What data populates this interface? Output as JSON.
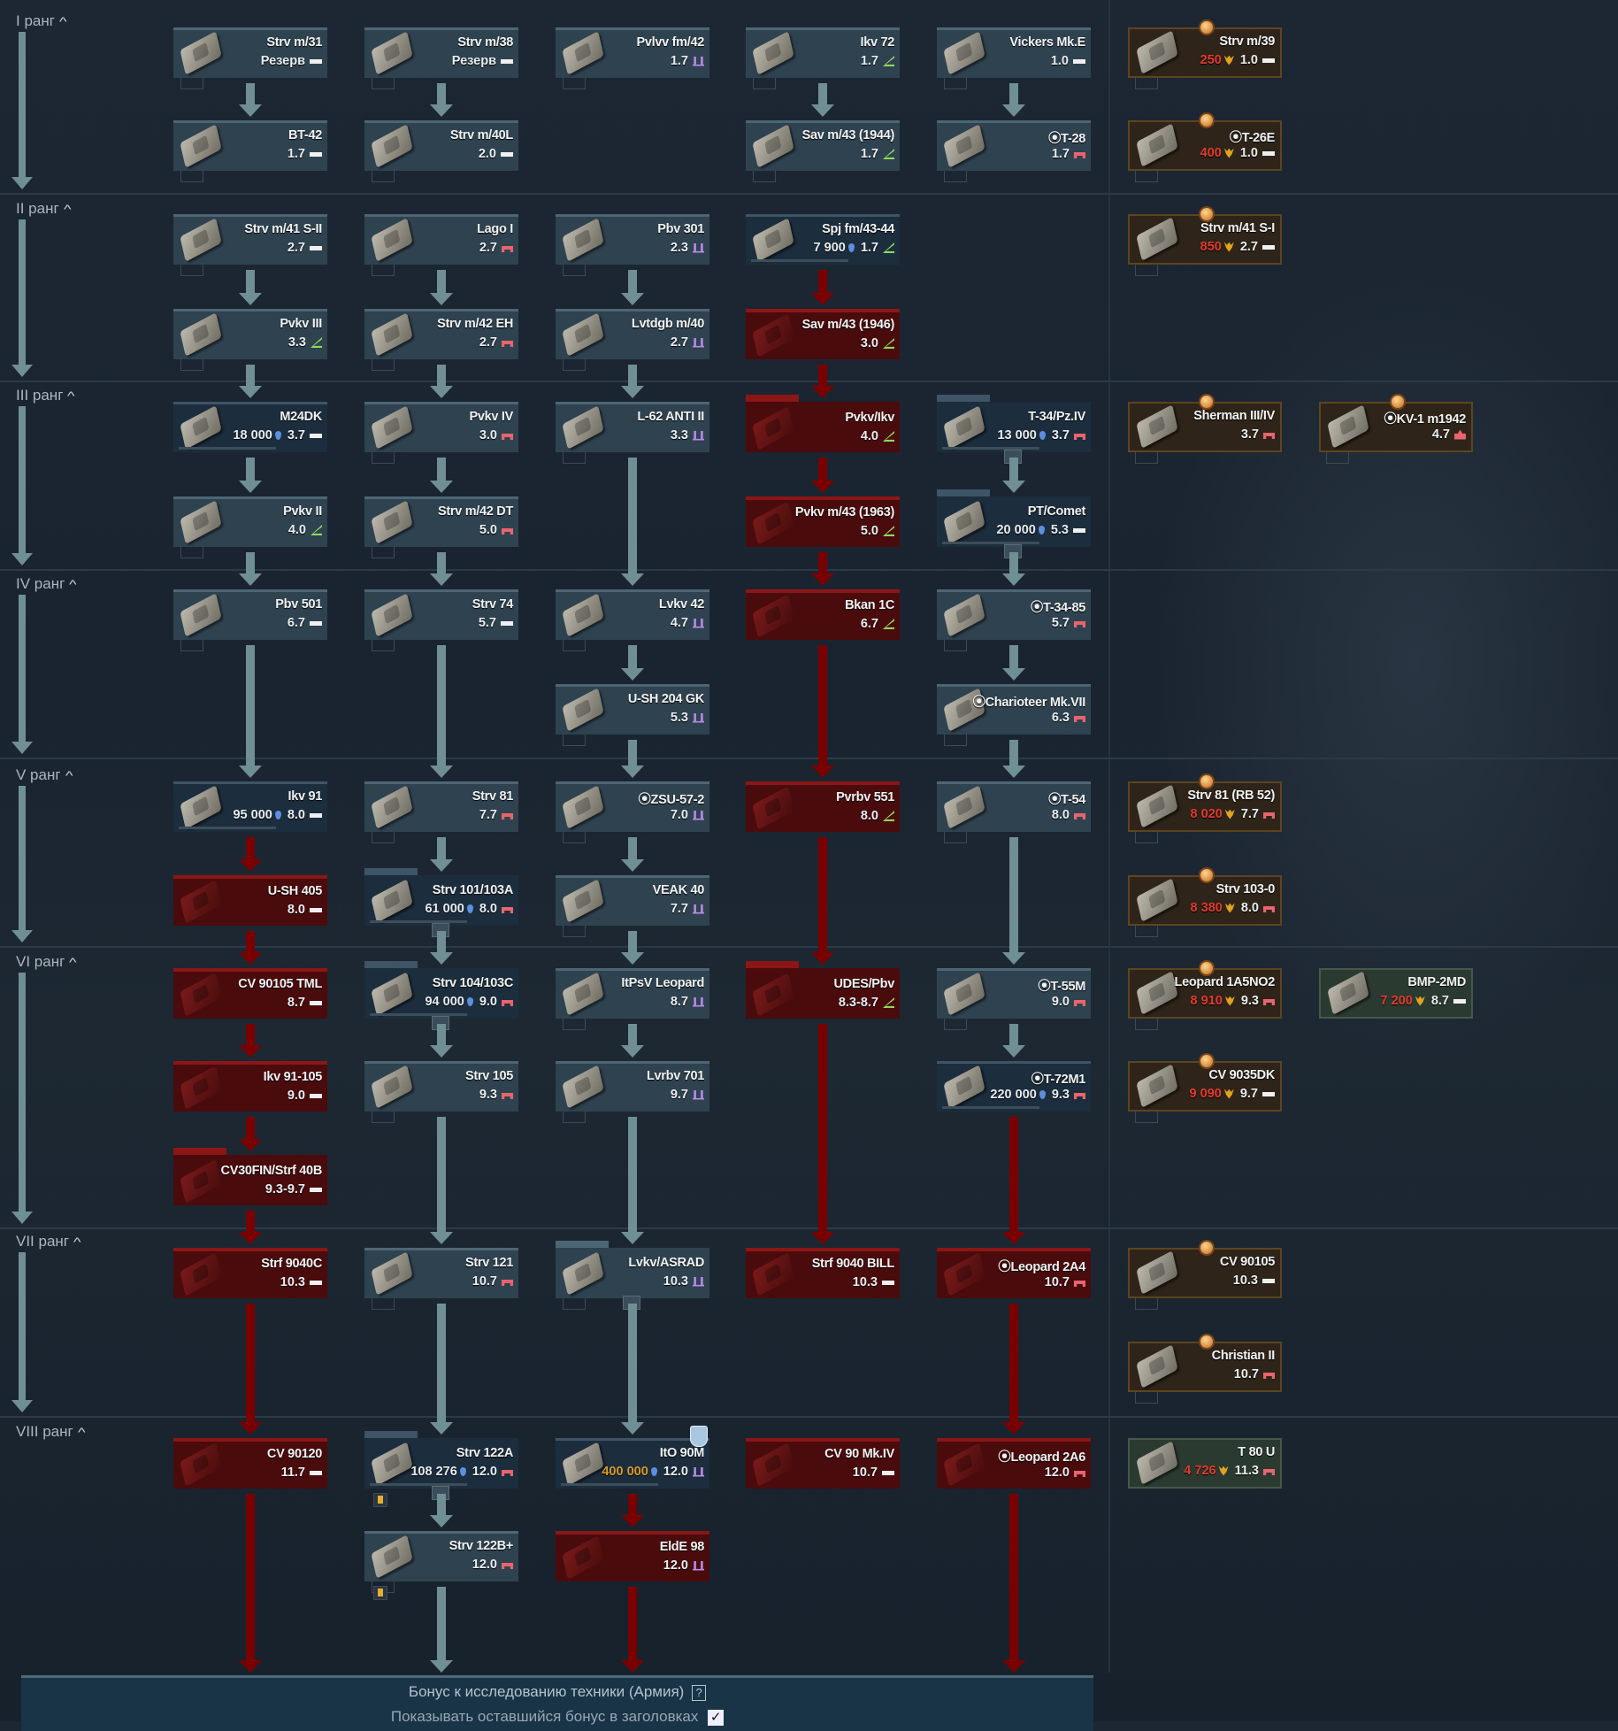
{
  "ranks": [
    {
      "label": "I ранг",
      "rows": [
        [
          {
            "name": "Strv m/31",
            "br": "Резерв",
            "type": "light",
            "status": "researched",
            "arrow": "teal"
          },
          {
            "name": "Strv m/38",
            "br": "Резерв",
            "type": "light",
            "status": "researched",
            "arrow": "teal"
          },
          {
            "name": "Pvlvv fm/42",
            "br": "1.7",
            "type": "spaa",
            "status": "researched"
          },
          {
            "name": "Ikv 72",
            "br": "1.7",
            "type": "td",
            "status": "researched",
            "arrow": "teal"
          },
          {
            "name": "Vickers Mk.E",
            "br": "1.0",
            "type": "light",
            "status": "researched",
            "arrow": "teal"
          },
          {
            "name": "Strv m/39",
            "br": "1.0",
            "type": "light",
            "status": "premium",
            "ge": "250"
          },
          null
        ],
        [
          {
            "name": "BT-42",
            "br": "1.7",
            "type": "light",
            "status": "researched"
          },
          {
            "name": "Strv m/40L",
            "br": "2.0",
            "type": "light",
            "status": "researched"
          },
          null,
          {
            "name": "Sav m/43 (1944)",
            "br": "1.7",
            "type": "td",
            "status": "researched"
          },
          {
            "name": "⦿T-28",
            "br": "1.7",
            "type": "medium",
            "status": "researched"
          },
          {
            "name": "⦿T-26E",
            "br": "1.0",
            "type": "light",
            "status": "premium",
            "ge": "400"
          },
          null
        ]
      ]
    },
    {
      "label": "II ранг",
      "rows": [
        [
          {
            "name": "Strv m/41 S-II",
            "br": "2.7",
            "type": "light",
            "status": "researched",
            "arrow": "teal"
          },
          {
            "name": "Lago I",
            "br": "2.7",
            "type": "medium",
            "status": "researched",
            "arrow": "teal"
          },
          {
            "name": "Pbv 301",
            "br": "2.3",
            "type": "spaa",
            "status": "researched",
            "arrow": "teal"
          },
          {
            "name": "Spj fm/43-44",
            "br": "1.7",
            "type": "td",
            "status": "researching",
            "rp": "7 900",
            "arrow": "red"
          },
          null,
          {
            "name": "Strv m/41 S-I",
            "br": "2.7",
            "type": "light",
            "status": "premium",
            "ge": "850"
          },
          null
        ],
        [
          {
            "name": "Pvkv III",
            "br": "3.3",
            "type": "td",
            "status": "researched",
            "arrow": "teal"
          },
          {
            "name": "Strv m/42 EH",
            "br": "2.7",
            "type": "medium",
            "status": "researched",
            "arrow": "teal"
          },
          {
            "name": "Lvtdgb m/40",
            "br": "2.7",
            "type": "spaa",
            "status": "researched",
            "arrow": "teal"
          },
          {
            "name": "Sav m/43 (1946)",
            "br": "3.0",
            "type": "td",
            "status": "locked",
            "arrow": "red"
          },
          null,
          null,
          null
        ]
      ]
    },
    {
      "label": "III ранг",
      "rows": [
        [
          {
            "name": "M24DK",
            "br": "3.7",
            "type": "light",
            "status": "researching",
            "rp": "18 000",
            "arrow": "teal"
          },
          {
            "name": "Pvkv IV",
            "br": "3.0",
            "type": "medium",
            "status": "researched",
            "arrow": "teal"
          },
          {
            "name": "L-62 ANTI II",
            "br": "3.3",
            "type": "spaa",
            "status": "researched",
            "arrow": "teal"
          },
          {
            "name": "Pvkv/Ikv",
            "br": "4.0",
            "type": "td",
            "status": "locked",
            "folder": true,
            "arrow": "red"
          },
          {
            "name": "T-34/Pz.IV",
            "br": "3.7",
            "type": "medium",
            "status": "researching",
            "rp": "13 000",
            "folder": true,
            "arrow": "teal"
          },
          {
            "name": "Sherman III/IV",
            "br": "3.7",
            "type": "medium",
            "status": "premium"
          },
          {
            "name": "⦿KV-1 m1942",
            "br": "4.7",
            "type": "heavy",
            "status": "premium"
          }
        ],
        [
          {
            "name": "Pvkv II",
            "br": "4.0",
            "type": "td",
            "status": "researched",
            "arrow": "teal"
          },
          {
            "name": "Strv m/42 DT",
            "br": "5.0",
            "type": "medium",
            "status": "researched",
            "arrow": "teal"
          },
          null,
          {
            "name": "Pvkv m/43 (1963)",
            "br": "5.0",
            "type": "td",
            "status": "locked",
            "arrow": "red"
          },
          {
            "name": "PT/Comet",
            "br": "5.3",
            "type": "light",
            "status": "researching",
            "rp": "20 000",
            "folder": true,
            "arrow": "teal"
          },
          null,
          null
        ]
      ]
    },
    {
      "label": "IV ранг",
      "rows": [
        [
          {
            "name": "Pbv 501",
            "br": "6.7",
            "type": "light",
            "status": "researched",
            "arrow": "teal"
          },
          {
            "name": "Strv 74",
            "br": "5.7",
            "type": "light",
            "status": "researched",
            "arrow": "teal"
          },
          {
            "name": "Lvkv 42",
            "br": "4.7",
            "type": "spaa",
            "status": "researched",
            "arrow": "teal"
          },
          {
            "name": "Bkan 1C",
            "br": "6.7",
            "type": "td",
            "status": "locked",
            "arrow": "red"
          },
          {
            "name": "⦿T-34-85",
            "br": "5.7",
            "type": "medium",
            "status": "researched",
            "arrow": "teal"
          },
          null,
          null
        ],
        [
          null,
          null,
          {
            "name": "U-SH 204 GK",
            "br": "5.3",
            "type": "spaa",
            "status": "researched",
            "arrow": "teal"
          },
          null,
          {
            "name": "⦿Charioteer Mk.VII",
            "br": "6.3",
            "type": "medium",
            "status": "researched",
            "arrow": "teal"
          },
          null,
          null
        ]
      ]
    },
    {
      "label": "V ранг",
      "rows": [
        [
          {
            "name": "Ikv 91",
            "br": "8.0",
            "type": "light",
            "status": "researching",
            "rp": "95 000",
            "arrow": "red"
          },
          {
            "name": "Strv 81",
            "br": "7.7",
            "type": "medium",
            "status": "researched",
            "arrow": "teal"
          },
          {
            "name": "⦿ZSU-57-2",
            "br": "7.0",
            "type": "spaa",
            "status": "researched",
            "arrow": "teal"
          },
          {
            "name": "Pvrbv 551",
            "br": "8.0",
            "type": "td",
            "status": "locked",
            "arrow": "red"
          },
          {
            "name": "⦿T-54",
            "br": "8.0",
            "type": "medium",
            "status": "researched",
            "arrow": "teal"
          },
          {
            "name": "Strv 81 (RB 52)",
            "br": "7.7",
            "type": "medium",
            "status": "premium",
            "ge": "8 020"
          },
          null
        ],
        [
          {
            "name": "U-SH 405",
            "br": "8.0",
            "type": "light",
            "status": "locked",
            "arrow": "red"
          },
          {
            "name": "Strv 101/103A",
            "br": "8.0",
            "type": "medium",
            "status": "researching",
            "rp": "61 000",
            "folder": true,
            "arrow": "teal"
          },
          {
            "name": "VEAK 40",
            "br": "7.7",
            "type": "spaa",
            "status": "researched",
            "arrow": "teal"
          },
          null,
          null,
          {
            "name": "Strv 103-0",
            "br": "8.0",
            "type": "medium",
            "status": "premium",
            "ge": "8 380"
          },
          null
        ]
      ]
    },
    {
      "label": "VI ранг",
      "rows": [
        [
          {
            "name": "CV 90105 TML",
            "br": "8.7",
            "type": "light",
            "status": "locked",
            "arrow": "red"
          },
          {
            "name": "Strv 104/103C",
            "br": "9.0",
            "type": "medium",
            "status": "researching",
            "rp": "94 000",
            "folder": true,
            "arrow": "teal"
          },
          {
            "name": "ItPsV Leopard",
            "br": "8.7",
            "type": "spaa",
            "status": "researched",
            "arrow": "teal"
          },
          {
            "name": "UDES/Pbv",
            "br": "8.3-8.7",
            "type": "td",
            "status": "locked",
            "folder": true,
            "arrow": "red"
          },
          {
            "name": "⦿T-55M",
            "br": "9.0",
            "type": "medium",
            "status": "researched",
            "arrow": "teal"
          },
          {
            "name": "Leopard 1A5NO2",
            "br": "9.3",
            "type": "medium",
            "status": "premium",
            "ge": "8 910"
          },
          {
            "name": "BMP-2MD",
            "br": "8.7",
            "type": "light",
            "status": "squadron",
            "ge": "7 200"
          }
        ],
        [
          {
            "name": "Ikv 91-105",
            "br": "9.0",
            "type": "light",
            "status": "locked",
            "arrow": "red"
          },
          {
            "name": "Strv 105",
            "br": "9.3",
            "type": "medium",
            "status": "researched",
            "arrow": "teal"
          },
          {
            "name": "Lvrbv 701",
            "br": "9.7",
            "type": "spaa",
            "status": "researched",
            "arrow": "teal"
          },
          null,
          {
            "name": "⦿T-72M1",
            "br": "9.3",
            "type": "medium",
            "status": "researching",
            "rp": "220 000",
            "arrow": "red"
          },
          {
            "name": "CV 9035DK",
            "br": "9.7",
            "type": "light",
            "status": "premium",
            "ge": "9 090"
          },
          null
        ],
        [
          {
            "name": "CV30FIN/Strf 40B",
            "br": "9.3-9.7",
            "type": "light",
            "status": "locked",
            "folder": true,
            "arrow": "red"
          },
          null,
          null,
          null,
          null,
          null,
          null
        ]
      ]
    },
    {
      "label": "VII ранг",
      "rows": [
        [
          {
            "name": "Strf 9040C",
            "br": "10.3",
            "type": "light",
            "status": "locked",
            "arrow": "red"
          },
          {
            "name": "Strv 121",
            "br": "10.7",
            "type": "medium",
            "status": "researched",
            "arrow": "teal"
          },
          {
            "name": "Lvkv/ASRAD",
            "br": "10.3",
            "type": "spaa",
            "status": "researched",
            "folder": true,
            "arrow": "teal"
          },
          {
            "name": "Strf 9040 BILL",
            "br": "10.3",
            "type": "light",
            "status": "locked"
          },
          {
            "name": "⦿Leopard 2A4",
            "br": "10.7",
            "type": "medium",
            "status": "locked",
            "arrow": "red"
          },
          {
            "name": "CV 90105",
            "br": "10.3",
            "type": "light",
            "status": "premium"
          },
          null
        ],
        [
          null,
          null,
          null,
          null,
          null,
          {
            "name": "Christian II",
            "br": "10.7",
            "type": "medium",
            "status": "premium"
          },
          null
        ]
      ]
    },
    {
      "label": "VIII ранг",
      "rows": [
        [
          {
            "name": "CV 90120",
            "br": "11.7",
            "type": "light",
            "status": "locked",
            "arrow": "red"
          },
          {
            "name": "Strv 122A",
            "br": "12.0",
            "type": "medium",
            "status": "researching",
            "rp": "108 276",
            "folder": true,
            "arrow": "teal"
          },
          {
            "name": "ItO 90M",
            "br": "12.0",
            "type": "spaa",
            "status": "researching",
            "rp": "400 000",
            "rp_orange": true,
            "badge": true,
            "arrow": "red"
          },
          {
            "name": "CV 90 Mk.IV",
            "br": "10.7",
            "type": "light",
            "status": "locked"
          },
          {
            "name": "⦿Leopard 2A6",
            "br": "12.0",
            "type": "medium",
            "status": "locked",
            "arrow": "red"
          },
          {
            "name": "T 80 U",
            "br": "11.3",
            "type": "medium",
            "status": "squadron",
            "ge": "4 726"
          },
          null
        ],
        [
          null,
          {
            "name": "Strv 122B+",
            "br": "12.0",
            "type": "medium",
            "status": "researched",
            "arrow": "teal"
          },
          {
            "name": "EldE 98",
            "br": "12.0",
            "type": "spaa",
            "status": "locked",
            "arrow": "red"
          },
          null,
          null,
          null,
          null
        ]
      ]
    }
  ],
  "footer": {
    "bonus_label": "Бонус к исследованию техники (Армия)",
    "help_label": "?",
    "show_remaining_label": "Показывать оставшийся бонус в заголовках",
    "show_remaining_checked": true,
    "check_mark": "✓"
  },
  "colors": {
    "arrow_teal": "#6f8f94",
    "arrow_red": "#7a0000",
    "ge_red": "#e23b2e",
    "rp_blue": "#5d8fe0"
  }
}
